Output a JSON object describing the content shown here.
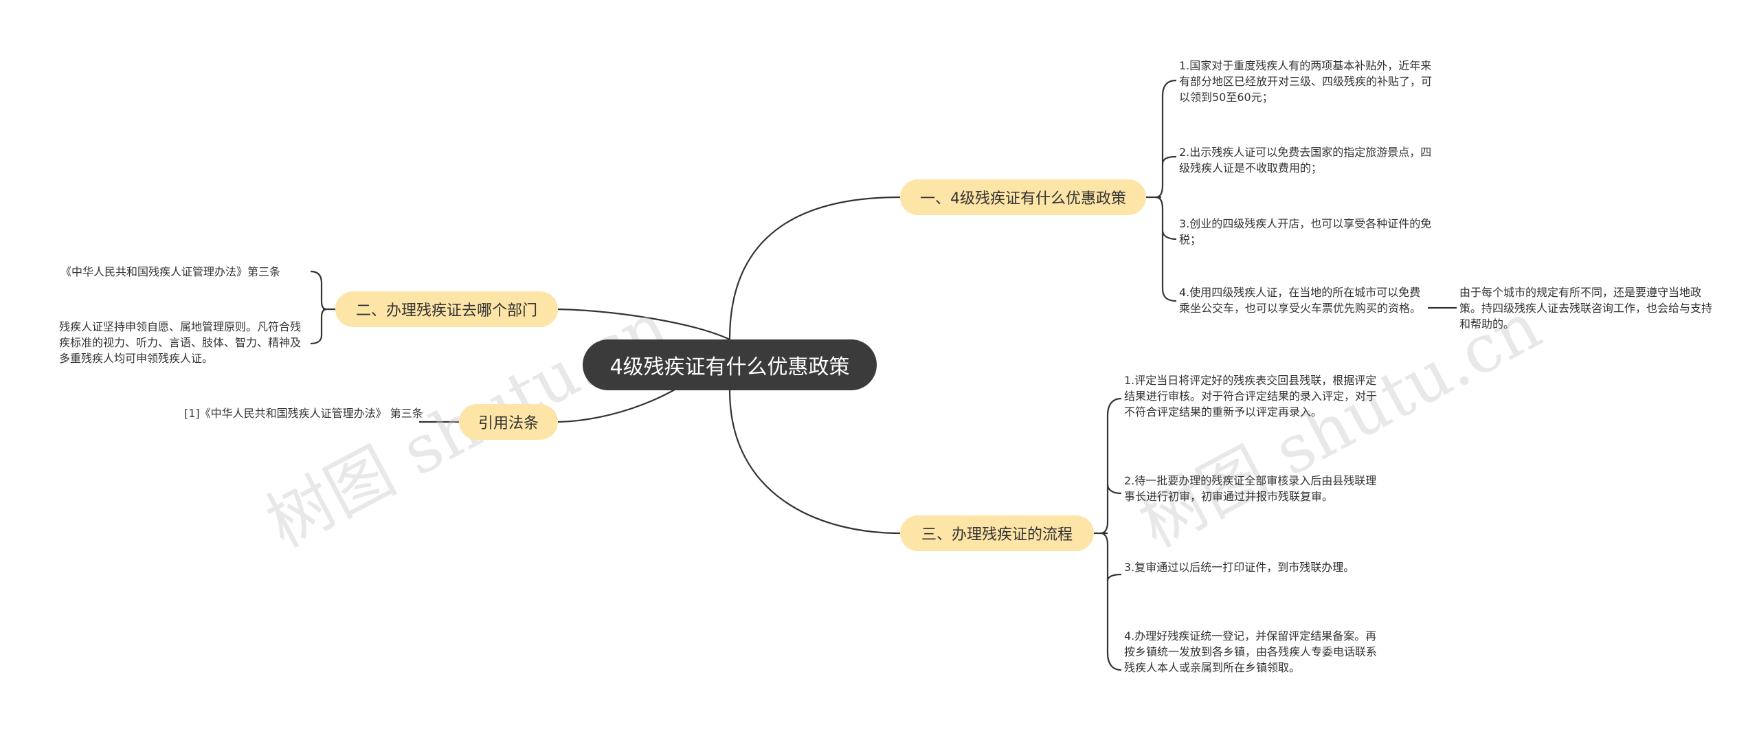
{
  "root": {
    "label": "4级残疾证有什么优惠政策"
  },
  "branches": {
    "b1": {
      "label": "一、4级残疾证有什么优惠政策",
      "leaves": [
        "1.国家对于重度残疾人有的两项基本补贴外，近年来有部分地区已经放开对三级、四级残疾的补贴了，可以领到50至60元；",
        "2.出示残疾人证可以免费去国家的指定旅游景点，四级残疾人证是不收取费用的；",
        "3.创业的四级残疾人开店，也可以享受各种证件的免税；",
        "4.使用四级残疾人证，在当地的所在城市可以免费乘坐公交车，也可以享受火车票优先购买的资格。"
      ],
      "note": "由于每个城市的规定有所不同，还是要遵守当地政策。持四级残疾人证去残联咨询工作，也会给与支持和帮助的。"
    },
    "b2": {
      "label": "二、办理残疾证去哪个部门",
      "leaves": [
        "《中华人民共和国残疾人证管理办法》第三条",
        "残疾人证坚持申领自愿、属地管理原则。凡符合残疾标准的视力、听力、言语、肢体、智力、精神及多重残疾人均可申领残疾人证。"
      ]
    },
    "b3": {
      "label": "引用法条",
      "leaves": [
        "[1]《中华人民共和国残疾人证管理办法》 第三条"
      ]
    },
    "b4": {
      "label": "三、办理残疾证的流程",
      "leaves": [
        "1.评定当日将评定好的残疾表交回县残联，根据评定结果进行审核。对于符合评定结果的录入评定，对于不符合评定结果的重新予以评定再录入。",
        "2.待一批要办理的残疾证全部审核录入后由县残联理事长进行初审，初审通过并报市残联复审。",
        "3.复审通过以后统一打印证件，到市残联办理。",
        "4.办理好残疾证统一登记，并保留评定结果备案。再按乡镇统一发放到各乡镇，由各残疾人专委电话联系残疾人本人或亲属到所在乡镇领取。"
      ]
    }
  },
  "watermarks": [
    "树图 shutu.cn",
    "树图 shutu.cn"
  ],
  "colors": {
    "root_bg": "#3b3b3b",
    "branch_bg": "#fde4a7",
    "line": "#333333",
    "text": "#333333"
  }
}
